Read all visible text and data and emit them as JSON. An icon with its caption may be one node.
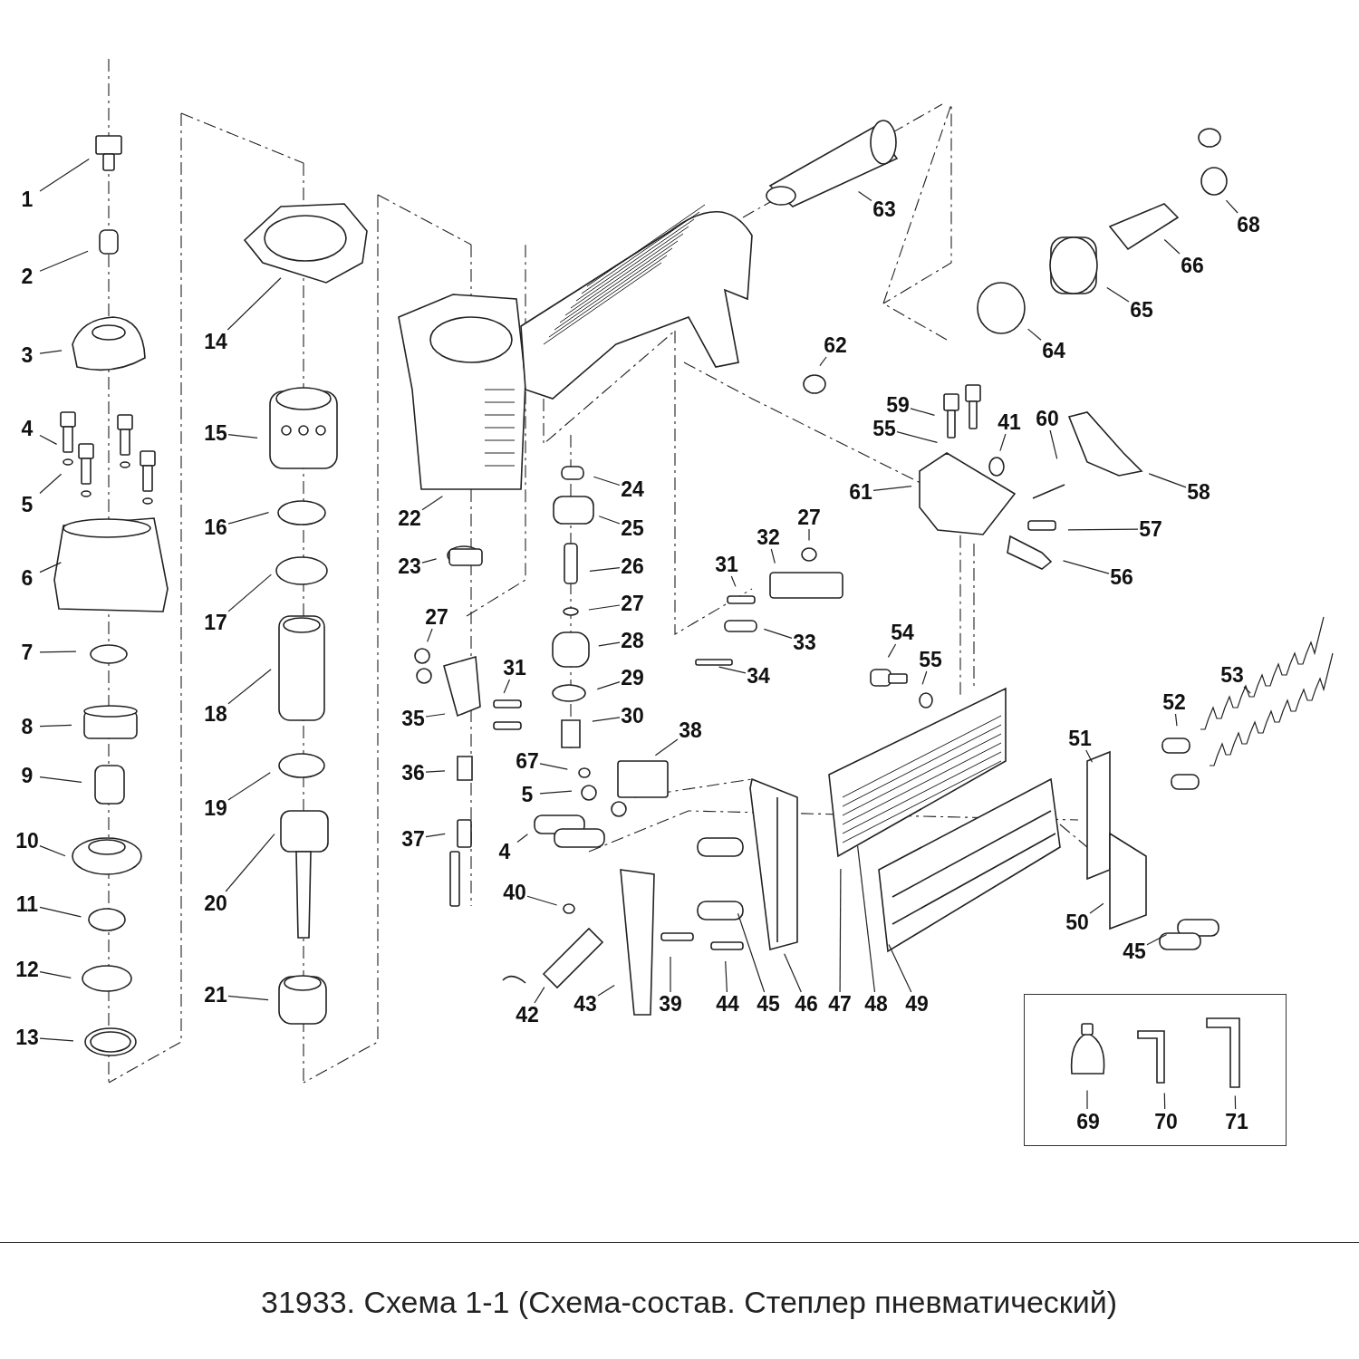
{
  "diagram": {
    "caption": "31933. Схема 1-1 (Схема-состав. Степлер пневматический)",
    "nodes": [
      {
        "text": [
          "1"
        ]
      },
      {
        "text": [
          "2"
        ]
      },
      {
        "text": [
          "3"
        ]
      },
      {
        "text": [
          "4"
        ]
      },
      {
        "text": [
          "5"
        ]
      },
      {
        "text": [
          "6"
        ]
      },
      {
        "text": [
          "7"
        ]
      },
      {
        "text": [
          "8"
        ]
      },
      {
        "text": [
          "9"
        ]
      },
      {
        "text": [
          "10"
        ]
      },
      {
        "text": [
          "11"
        ]
      },
      {
        "text": [
          "12"
        ]
      },
      {
        "text": [
          "13"
        ]
      },
      {
        "text": [
          "14"
        ]
      },
      {
        "text": [
          "15"
        ]
      },
      {
        "text": [
          "16"
        ]
      },
      {
        "text": [
          "17"
        ]
      },
      {
        "text": [
          "18"
        ]
      },
      {
        "text": [
          "19"
        ]
      },
      {
        "text": [
          "20"
        ]
      },
      {
        "text": [
          "21"
        ]
      },
      {
        "text": [
          "22"
        ]
      },
      {
        "text": [
          "23"
        ]
      },
      {
        "text": [
          "24"
        ]
      },
      {
        "text": [
          "25"
        ]
      },
      {
        "text": [
          "26"
        ]
      },
      {
        "text": [
          "27"
        ]
      },
      {
        "text": [
          "28"
        ]
      },
      {
        "text": [
          "29"
        ]
      },
      {
        "text": [
          "30"
        ]
      },
      {
        "text": [
          "27"
        ]
      },
      {
        "text": [
          "31"
        ]
      },
      {
        "text": [
          "35"
        ]
      },
      {
        "text": [
          "36"
        ]
      },
      {
        "text": [
          "37"
        ]
      },
      {
        "text": [
          "67"
        ]
      },
      {
        "text": [
          "5"
        ]
      },
      {
        "text": [
          "4"
        ]
      },
      {
        "text": [
          "38"
        ]
      },
      {
        "text": [
          "40"
        ]
      },
      {
        "text": [
          "42"
        ]
      },
      {
        "text": [
          "43"
        ]
      },
      {
        "text": [
          "39"
        ]
      },
      {
        "text": [
          "44"
        ]
      },
      {
        "text": [
          "45"
        ]
      },
      {
        "text": [
          "46"
        ]
      },
      {
        "text": [
          "47"
        ]
      },
      {
        "text": [
          "48"
        ]
      },
      {
        "text": [
          "49"
        ]
      },
      {
        "text": [
          "31"
        ]
      },
      {
        "text": [
          "32"
        ]
      },
      {
        "text": [
          "27"
        ]
      },
      {
        "text": [
          "33"
        ]
      },
      {
        "text": [
          "34"
        ]
      },
      {
        "text": [
          "54"
        ]
      },
      {
        "text": [
          "55"
        ]
      },
      {
        "text": [
          "59"
        ]
      },
      {
        "text": [
          "55"
        ]
      },
      {
        "text": [
          "41"
        ]
      },
      {
        "text": [
          "60"
        ]
      },
      {
        "text": [
          "61"
        ]
      },
      {
        "text": [
          "58"
        ]
      },
      {
        "text": [
          "57"
        ]
      },
      {
        "text": [
          "56"
        ]
      },
      {
        "text": [
          "62"
        ]
      },
      {
        "text": [
          "63"
        ]
      },
      {
        "text": [
          "68"
        ]
      },
      {
        "text": [
          "66"
        ]
      },
      {
        "text": [
          "65"
        ]
      },
      {
        "text": [
          "64"
        ]
      },
      {
        "text": [
          "53"
        ]
      },
      {
        "text": [
          "52"
        ]
      },
      {
        "text": [
          "51"
        ]
      },
      {
        "text": [
          "50"
        ]
      },
      {
        "text": [
          "45"
        ]
      },
      {
        "text": [],
        "shape": "box"
      },
      {
        "text": [
          "69"
        ],
        "in": 75
      },
      {
        "text": [
          "70"
        ],
        "in": 75
      },
      {
        "text": [
          "71"
        ],
        "in": 75
      }
    ],
    "edges": [
      {
        "from": 0,
        "to": null,
        "arrow": "none"
      },
      {
        "from": 1,
        "to": null,
        "arrow": "none"
      },
      {
        "from": 2,
        "to": null,
        "arrow": "none"
      },
      {
        "from": 3,
        "to": null,
        "arrow": "none"
      },
      {
        "from": 4,
        "to": null,
        "arrow": "none"
      },
      {
        "from": 5,
        "to": null,
        "arrow": "none"
      },
      {
        "from": 6,
        "to": null,
        "arrow": "none"
      },
      {
        "from": 7,
        "to": null,
        "arrow": "none"
      },
      {
        "from": 8,
        "to": null,
        "arrow": "none"
      },
      {
        "from": 9,
        "to": null,
        "arrow": "none"
      },
      {
        "from": 10,
        "to": null,
        "arrow": "none"
      },
      {
        "from": 11,
        "to": null,
        "arrow": "none"
      },
      {
        "from": 12,
        "to": null,
        "arrow": "none"
      },
      {
        "from": 13,
        "to": null,
        "arrow": "none"
      },
      {
        "from": 14,
        "to": null,
        "arrow": "none"
      },
      {
        "from": 15,
        "to": null,
        "arrow": "none"
      },
      {
        "from": 16,
        "to": null,
        "arrow": "none"
      },
      {
        "from": 17,
        "to": null,
        "arrow": "none"
      },
      {
        "from": 18,
        "to": null,
        "arrow": "none"
      },
      {
        "from": 19,
        "to": null,
        "arrow": "none"
      },
      {
        "from": 20,
        "to": null,
        "arrow": "none"
      },
      {
        "from": 21,
        "to": null,
        "arrow": "none"
      },
      {
        "from": 22,
        "to": null,
        "arrow": "none"
      },
      {
        "from": 23,
        "to": null,
        "arrow": "none"
      },
      {
        "from": 24,
        "to": null,
        "arrow": "none"
      },
      {
        "from": 25,
        "to": null,
        "arrow": "none"
      },
      {
        "from": 26,
        "to": null,
        "arrow": "none"
      },
      {
        "from": 27,
        "to": null,
        "arrow": "none"
      },
      {
        "from": 28,
        "to": null,
        "arrow": "none"
      },
      {
        "from": 29,
        "to": null,
        "arrow": "none"
      },
      {
        "from": 30,
        "to": null,
        "arrow": "none"
      },
      {
        "from": 31,
        "to": null,
        "arrow": "none"
      },
      {
        "from": 32,
        "to": null,
        "arrow": "none"
      },
      {
        "from": 33,
        "to": null,
        "arrow": "none"
      },
      {
        "from": 34,
        "to": null,
        "arrow": "none"
      },
      {
        "from": 35,
        "to": null,
        "arrow": "none"
      },
      {
        "from": 36,
        "to": null,
        "arrow": "none"
      },
      {
        "from": 37,
        "to": null,
        "arrow": "none"
      },
      {
        "from": 38,
        "to": null,
        "arrow": "none"
      },
      {
        "from": 39,
        "to": null,
        "arrow": "none"
      },
      {
        "from": 40,
        "to": null,
        "arrow": "none"
      },
      {
        "from": 41,
        "to": null,
        "arrow": "none"
      },
      {
        "from": 42,
        "to": null,
        "arrow": "none"
      },
      {
        "from": 43,
        "to": null,
        "arrow": "none"
      },
      {
        "from": 44,
        "to": null,
        "arrow": "none"
      },
      {
        "from": 45,
        "to": null,
        "arrow": "none"
      },
      {
        "from": 46,
        "to": null,
        "arrow": "none"
      },
      {
        "from": 47,
        "to": null,
        "arrow": "none"
      },
      {
        "from": 48,
        "to": null,
        "arrow": "none"
      },
      {
        "from": 49,
        "to": null,
        "arrow": "none"
      },
      {
        "from": 50,
        "to": null,
        "arrow": "none"
      },
      {
        "from": 51,
        "to": null,
        "arrow": "none"
      },
      {
        "from": 52,
        "to": null,
        "arrow": "none"
      },
      {
        "from": 53,
        "to": null,
        "arrow": "none"
      },
      {
        "from": 54,
        "to": null,
        "arrow": "none"
      },
      {
        "from": 55,
        "to": null,
        "arrow": "none"
      },
      {
        "from": 56,
        "to": null,
        "arrow": "none"
      },
      {
        "from": 57,
        "to": null,
        "arrow": "none"
      },
      {
        "from": 58,
        "to": null,
        "arrow": "none"
      },
      {
        "from": 59,
        "to": null,
        "arrow": "none"
      },
      {
        "from": 60,
        "to": null,
        "arrow": "none"
      },
      {
        "from": 61,
        "to": null,
        "arrow": "none"
      },
      {
        "from": 62,
        "to": null,
        "arrow": "none"
      },
      {
        "from": 63,
        "to": null,
        "arrow": "none"
      },
      {
        "from": 64,
        "to": null,
        "arrow": "none"
      },
      {
        "from": 65,
        "to": null,
        "arrow": "none"
      },
      {
        "from": 66,
        "to": null,
        "arrow": "none"
      },
      {
        "from": 67,
        "to": null,
        "arrow": "none"
      },
      {
        "from": 68,
        "to": null,
        "arrow": "none"
      },
      {
        "from": 69,
        "to": null,
        "arrow": "none"
      },
      {
        "from": 70,
        "to": null,
        "arrow": "none"
      },
      {
        "from": 71,
        "to": null,
        "arrow": "none"
      },
      {
        "from": 72,
        "to": null,
        "arrow": "none"
      },
      {
        "from": 73,
        "to": null,
        "arrow": "none"
      },
      {
        "from": 74,
        "to": null,
        "arrow": "none"
      },
      {
        "from": 76,
        "to": null,
        "arrow": "none"
      },
      {
        "from": 77,
        "to": null,
        "arrow": "none"
      },
      {
        "from": 78,
        "to": null,
        "arrow": "none"
      }
    ]
  }
}
